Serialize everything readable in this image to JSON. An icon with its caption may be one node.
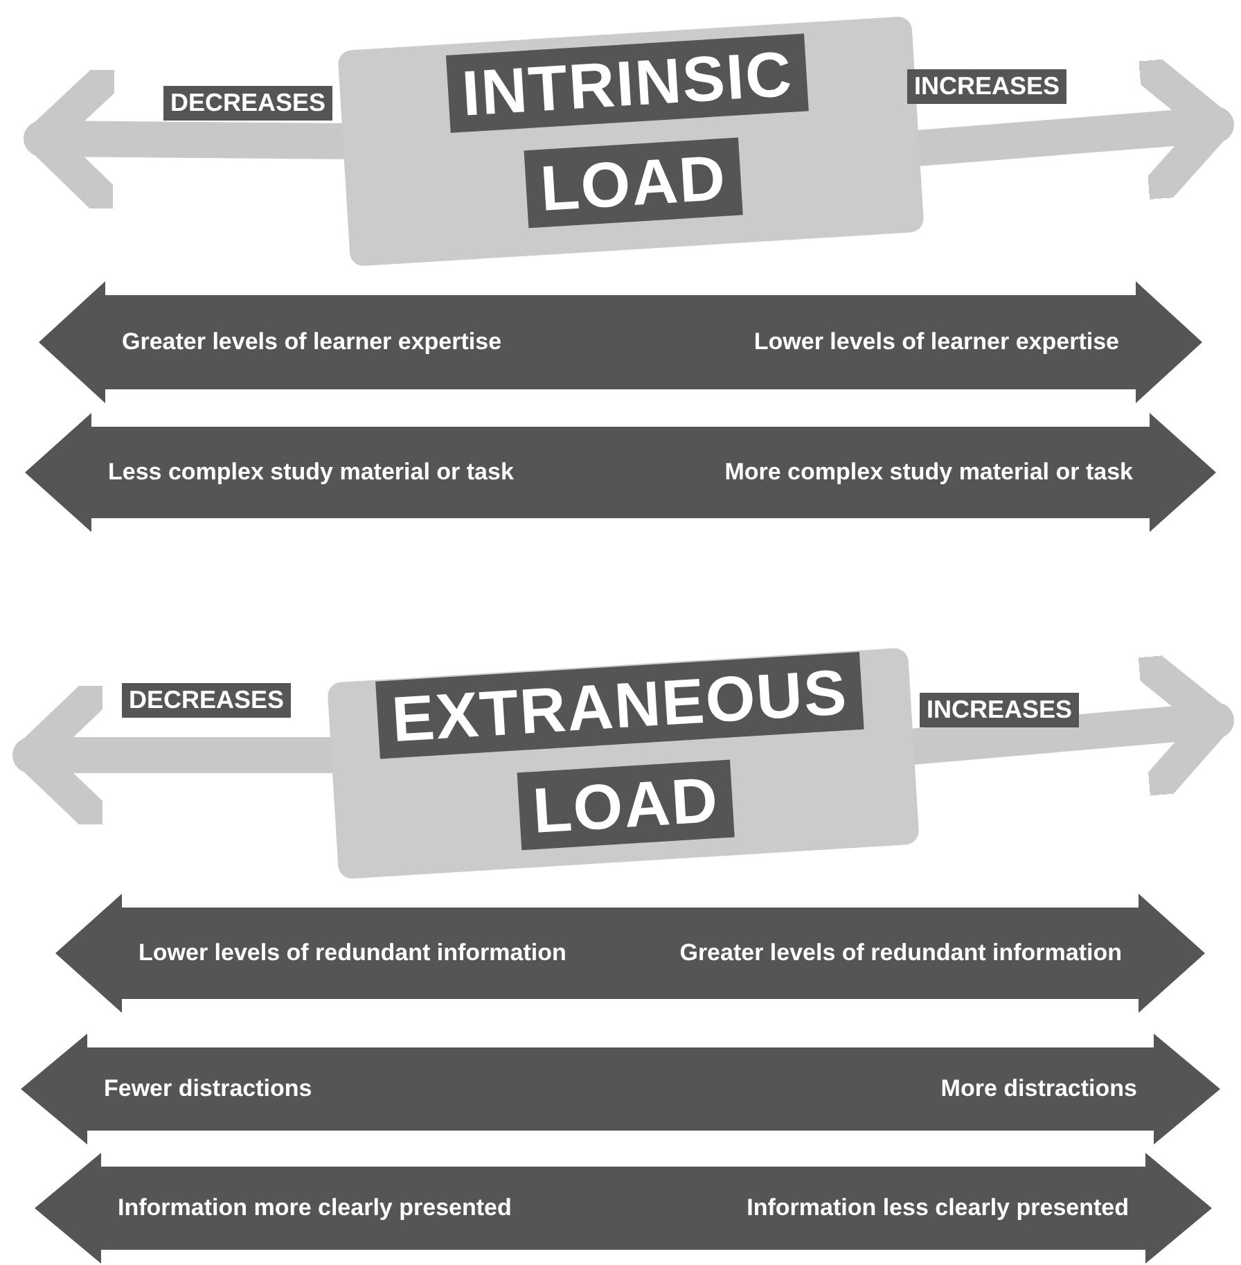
{
  "diagram": {
    "nodes": [
      {
        "text": [
          "INTRINSIC LOAD"
        ]
      },
      {
        "text": [
          "Greater levels of learner expertise",
          "Lower levels of learner expertise"
        ]
      },
      {
        "text": [
          "Less complex study material or task",
          "More complex study material or task"
        ]
      },
      {
        "text": [
          "EXTRANEOUS LOAD"
        ]
      },
      {
        "text": [
          "Lower levels of redundant information",
          "Greater levels of redundant information"
        ]
      },
      {
        "text": [
          "Fewer distractions",
          "More distractions"
        ]
      },
      {
        "text": [
          "Information more clearly presented",
          "Information less clearly presented"
        ]
      }
    ],
    "edges": [
      {
        "from": 0,
        "to": null,
        "arrow": "to",
        "label": "DECREASES"
      },
      {
        "from": 0,
        "to": null,
        "arrow": "to",
        "label": "INCREASES"
      },
      {
        "from": 3,
        "to": null,
        "arrow": "to",
        "label": "DECREASES"
      },
      {
        "from": 3,
        "to": null,
        "arrow": "to",
        "label": "INCREASES"
      }
    ]
  }
}
